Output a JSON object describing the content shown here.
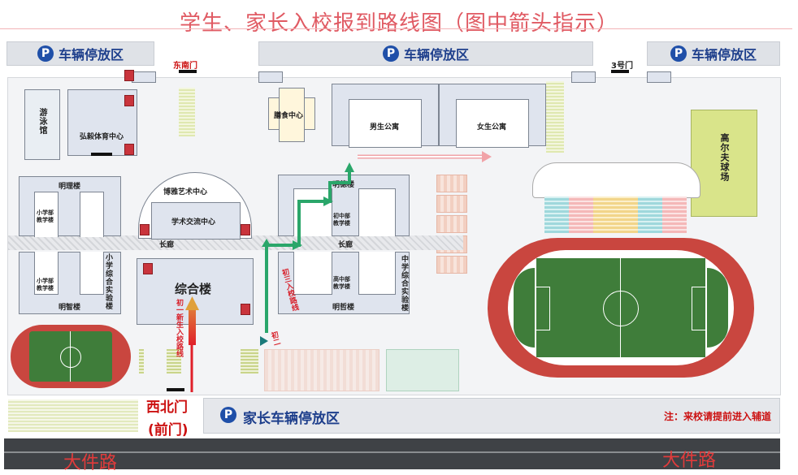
{
  "title": "学生、家长入校报到路线图（图中箭头指示）",
  "parking": {
    "left": "车辆停放区",
    "center": "车辆停放区",
    "right": "车辆停放区",
    "bottom": "家长车辆停放区",
    "p_symbol": "P"
  },
  "gates": {
    "southeast": "东南门",
    "gate3": "3号门",
    "northwest_line1": "西北门",
    "northwest_line2": "(前门)"
  },
  "buildings": {
    "swimming": "游泳馆",
    "sports": "弘毅体育中心",
    "canteen": "膳食中心",
    "boys_dorm": "男生公寓",
    "girls_dorm": "女生公寓",
    "golf": "高尔夫球场",
    "mingli": "明理楼",
    "art_center": "博雅艺术中心",
    "academic": "学术交流中心",
    "primary_teaching_1": "小学部教学楼",
    "primary_teaching_2": "小学部教学楼",
    "primary_lab": "小学综合实验楼",
    "mingzhi": "明智楼",
    "corridor_left": "长廊",
    "corridor_right": "长廊",
    "zonghe": "综合楼",
    "mingde": "明德楼",
    "junior_teaching": "初中部教学楼",
    "senior_teaching": "高中部教学楼",
    "middle_lab": "中学综合实验楼",
    "mingzhe": "明哲楼"
  },
  "routes": {
    "new_student": "初一新生入校路线",
    "grade23_a": "初二",
    "grade23_b": "初三入校路线"
  },
  "notice": "注：来校请提前进入辅道",
  "road": {
    "left": "大件路",
    "right": "大件路"
  },
  "colors": {
    "title": "#e05a63",
    "parking_text": "#1e3f8c",
    "route_red": "#e0202a",
    "route_green": "#1f9a5a",
    "field": "#3f7d3a",
    "track": "#c9463f"
  }
}
